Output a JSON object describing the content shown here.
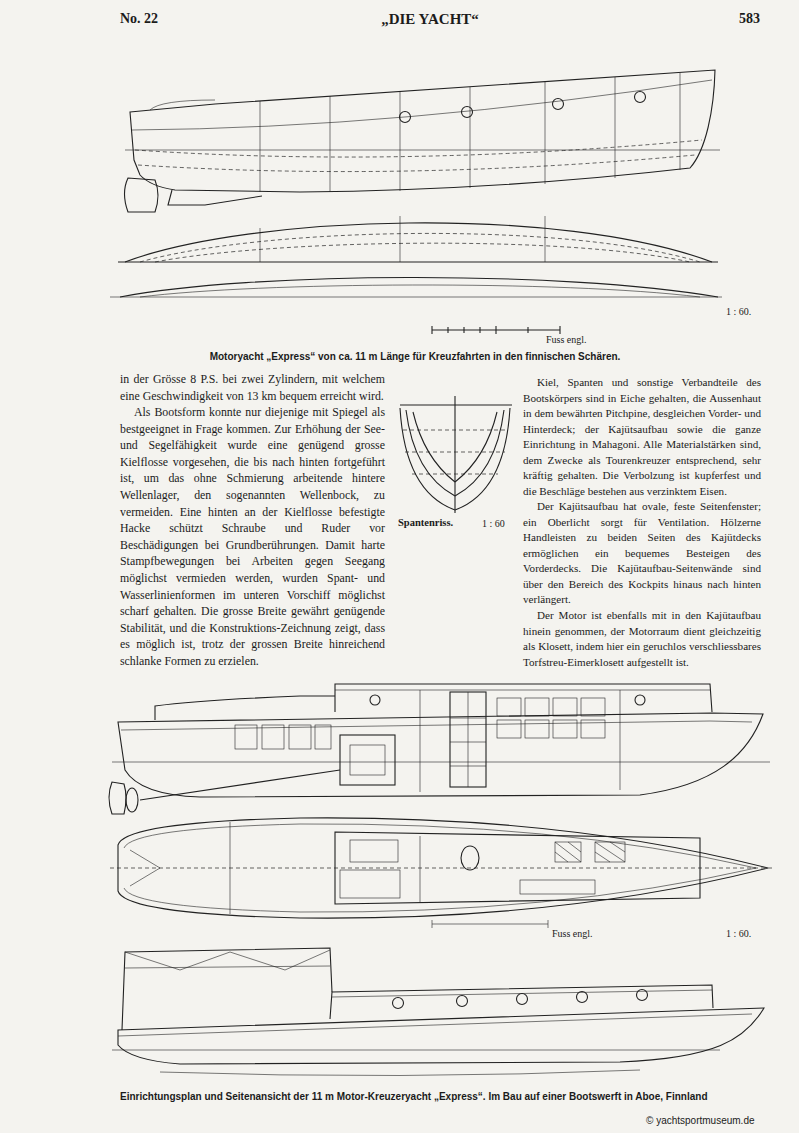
{
  "diagram": {
    "title": "„DIE YACHT“",
    "caption": "Motoryacht „Express“ von ca. 11 m Länge für Kreuzfahrten in den finnischen Schären.",
    "labels": [
      "No. 22",
      "583",
      "1 : 60.",
      "Fuss engl.",
      "in der Grösse 8 P.S. bei zwei Zylindern, mit welchem eine Geschwindigkeit von 13 km bequem erreicht wird.",
      "Als Bootsform konnte nur diejenige mit Spiegel als bestgeeignet in Frage kommen. Zur Erhöhung der See- und Segelfähigkeit wurde eine genügend grosse Kielflosse vorgesehen, die bis nach hinten fortgeführt ist, um das ohne Schmierung arbeitende hintere Wellenlager, den sogenannten Wellenbock, zu vermeiden. Eine hinten an der Kielflosse befestigte Hacke schützt Schraube und Ruder vor Beschädigungen bei Grundberührungen. Damit harte Stampfbewegungen bei Arbeiten gegen Seegang möglichst vermieden werden, wurden Spant- und Wasserlinienformen im unteren Vorschiff möglichst scharf gehalten. Die grosse Breite gewährt genügende Stabilität, und die Konstruktions-Zeichnung zeigt, dass es möglich ist, trotz der grossen Breite hinreichend schlanke Formen zu erzielen.",
      "Spantenriss.",
      "1 : 60",
      "Kiel, Spanten und sonstige Verbandteile des Bootskörpers sind in Eiche gehalten, die Aussenhaut in dem bewährten Pitchpine, desgleichen Vorder- und Hinterdeck; der Kajütsaufbau sowie die ganze Einrichtung in Mahagoni. Alle Materialstärken sind, dem Zwecke als Tourenkreuzer entsprechend, sehr kräftig gehalten. Die Verbolzung ist kupferfest und die Beschläge bestehen aus verzinktem Eisen.",
      "Der Kajütsaufbau hat ovale, feste Seitenfenster; ein Oberlicht sorgt für Ventilation. Hölzerne Handleisten zu beiden Seiten des Kajütdecks ermöglichen ein bequemes Besteigen des Vorderdecks. Die Kajütaufbau-Seitenwände sind über den Bereich des Kockpits hinaus nach hinten verlängert.",
      "Der Motor ist ebenfalls mit in den Kajütaufbau hinein genommen, der Motorraum dient gleichzeitig als Klosett, indem hier ein geruchlos verschliessbares Torfstreu-Eimerklosett aufgestellt ist.",
      "Fuss engl.",
      "1 : 60.",
      "Einrichtungsplan und Seitenansicht der 11 m Motor-Kreuzeryacht „Express“. Im Bau auf einer Bootswerft in Aboe, Finnland",
      "© yachtsportmuseum.de"
    ]
  }
}
